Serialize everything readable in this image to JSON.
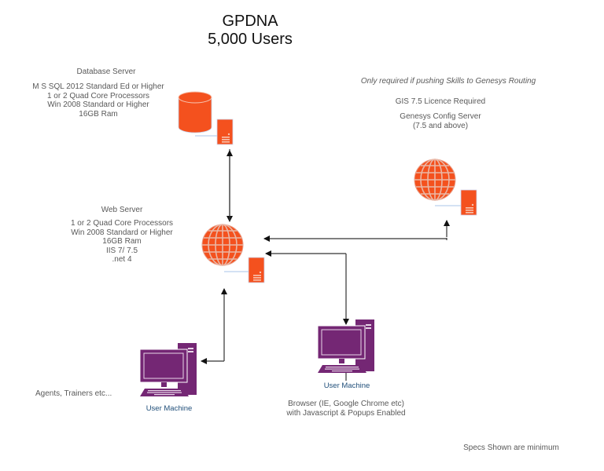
{
  "title": {
    "line1": "GPDNA",
    "line2": "5,000 Users"
  },
  "database_server": {
    "heading": "Database Server",
    "specs": [
      "M S SQL 2012 Standard Ed or Higher",
      "1 or 2 Quad Core Processors",
      "Win 2008 Standard or Higher",
      "16GB Ram"
    ],
    "icons": [
      "database-icon",
      "server-tower-icon"
    ]
  },
  "config_server": {
    "note": "Only required if pushing Skills to Genesys Routing",
    "licence": "GIS 7.5 Licence Required",
    "name": "Genesys Config Server",
    "version": "(7.5 and above)",
    "icons": [
      "globe-icon",
      "server-tower-icon"
    ]
  },
  "web_server": {
    "heading": "Web Server",
    "specs": [
      "1 or 2 Quad Core Processors",
      "Win 2008 Standard or Higher",
      "16GB Ram",
      "IIS 7/ 7.5",
      ".net 4"
    ],
    "icons": [
      "globe-icon",
      "server-tower-icon"
    ]
  },
  "user_machine_left": {
    "label": "User Machine",
    "caption": "Agents, Trainers etc..."
  },
  "user_machine_right": {
    "label": "User Machine",
    "caption_line1": "Browser (IE, Google Chrome etc)",
    "caption_line2": "with Javascript & Popups Enabled"
  },
  "footer_note": "Specs Shown are minimum",
  "colors": {
    "server_orange": "#f4511e",
    "machine_purple": "#742774",
    "connector": "#333333",
    "link_line": "#a9c4e8",
    "label_blue": "#1f4e79"
  }
}
